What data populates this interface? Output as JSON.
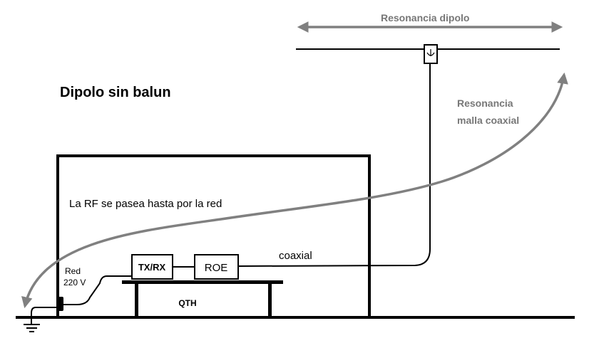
{
  "title": "Dipolo sin balun",
  "labels": {
    "dipole_resonance": "Resonancia dipolo",
    "coax_resonance_line1": "Resonancia",
    "coax_resonance_line2": "malla coaxial",
    "rf_note": "La RF se pasea hasta por la red",
    "coax": "coaxial",
    "txrx": "TX/RX",
    "swr": "ROE",
    "qth": "QTH",
    "mains_line1": "Red",
    "mains_line2": "220 V"
  },
  "colors": {
    "line": "#000000",
    "arrow": "#808080",
    "accent_text": "#777777"
  }
}
